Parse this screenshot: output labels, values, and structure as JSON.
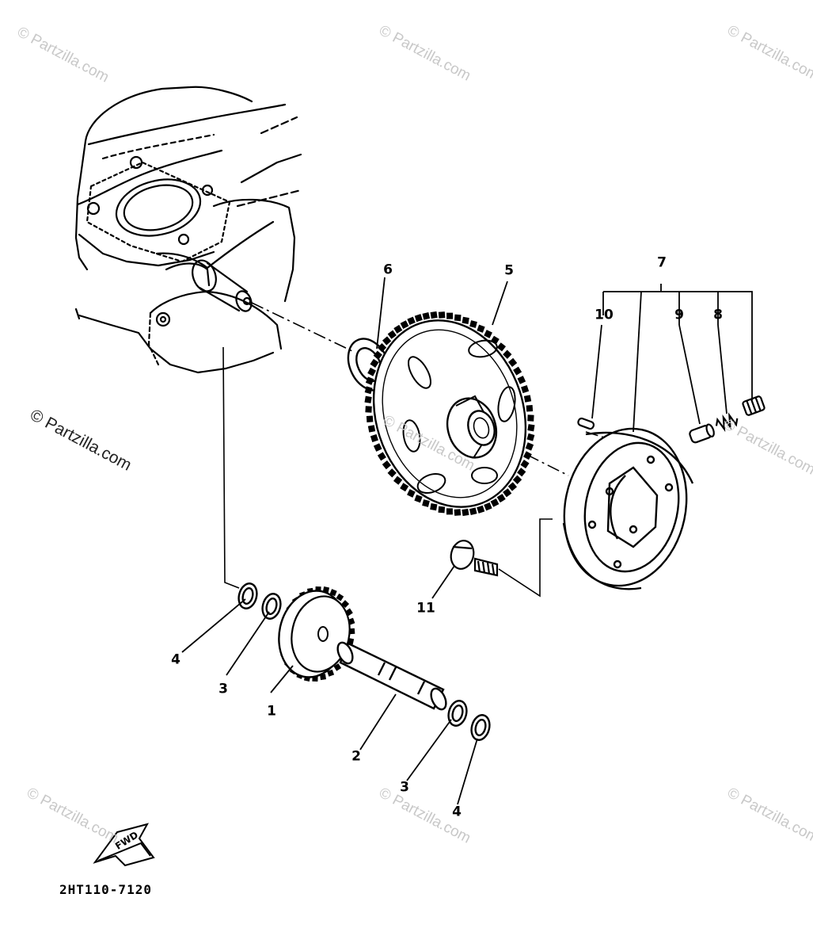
{
  "diagram_code": "2HT110-7120",
  "fwd_label": "FWD",
  "watermark": {
    "text": "© Partzilla.com"
  },
  "callouts": [
    {
      "id": "c1",
      "label": "1"
    },
    {
      "id": "c2",
      "label": "2"
    },
    {
      "id": "c3a",
      "label": "3"
    },
    {
      "id": "c3b",
      "label": "3"
    },
    {
      "id": "c4a",
      "label": "4"
    },
    {
      "id": "c4b",
      "label": "4"
    },
    {
      "id": "c5",
      "label": "5"
    },
    {
      "id": "c6",
      "label": "6"
    },
    {
      "id": "c7",
      "label": "7"
    },
    {
      "id": "c8",
      "label": "8"
    },
    {
      "id": "c9",
      "label": "9"
    },
    {
      "id": "c10",
      "label": "10"
    },
    {
      "id": "c11",
      "label": "11"
    }
  ],
  "colors": {
    "line": "#000000",
    "watermark": "#c8c8c8",
    "background": "#ffffff"
  }
}
